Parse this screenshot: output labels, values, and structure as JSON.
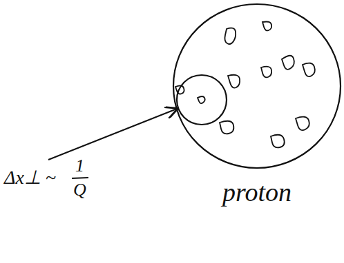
{
  "diagram": {
    "nodes": [
      {
        "text": [
          "proton"
        ]
      }
    ],
    "labels": [
      "Δx⊥ ~",
      "1",
      "Q"
    ]
  }
}
